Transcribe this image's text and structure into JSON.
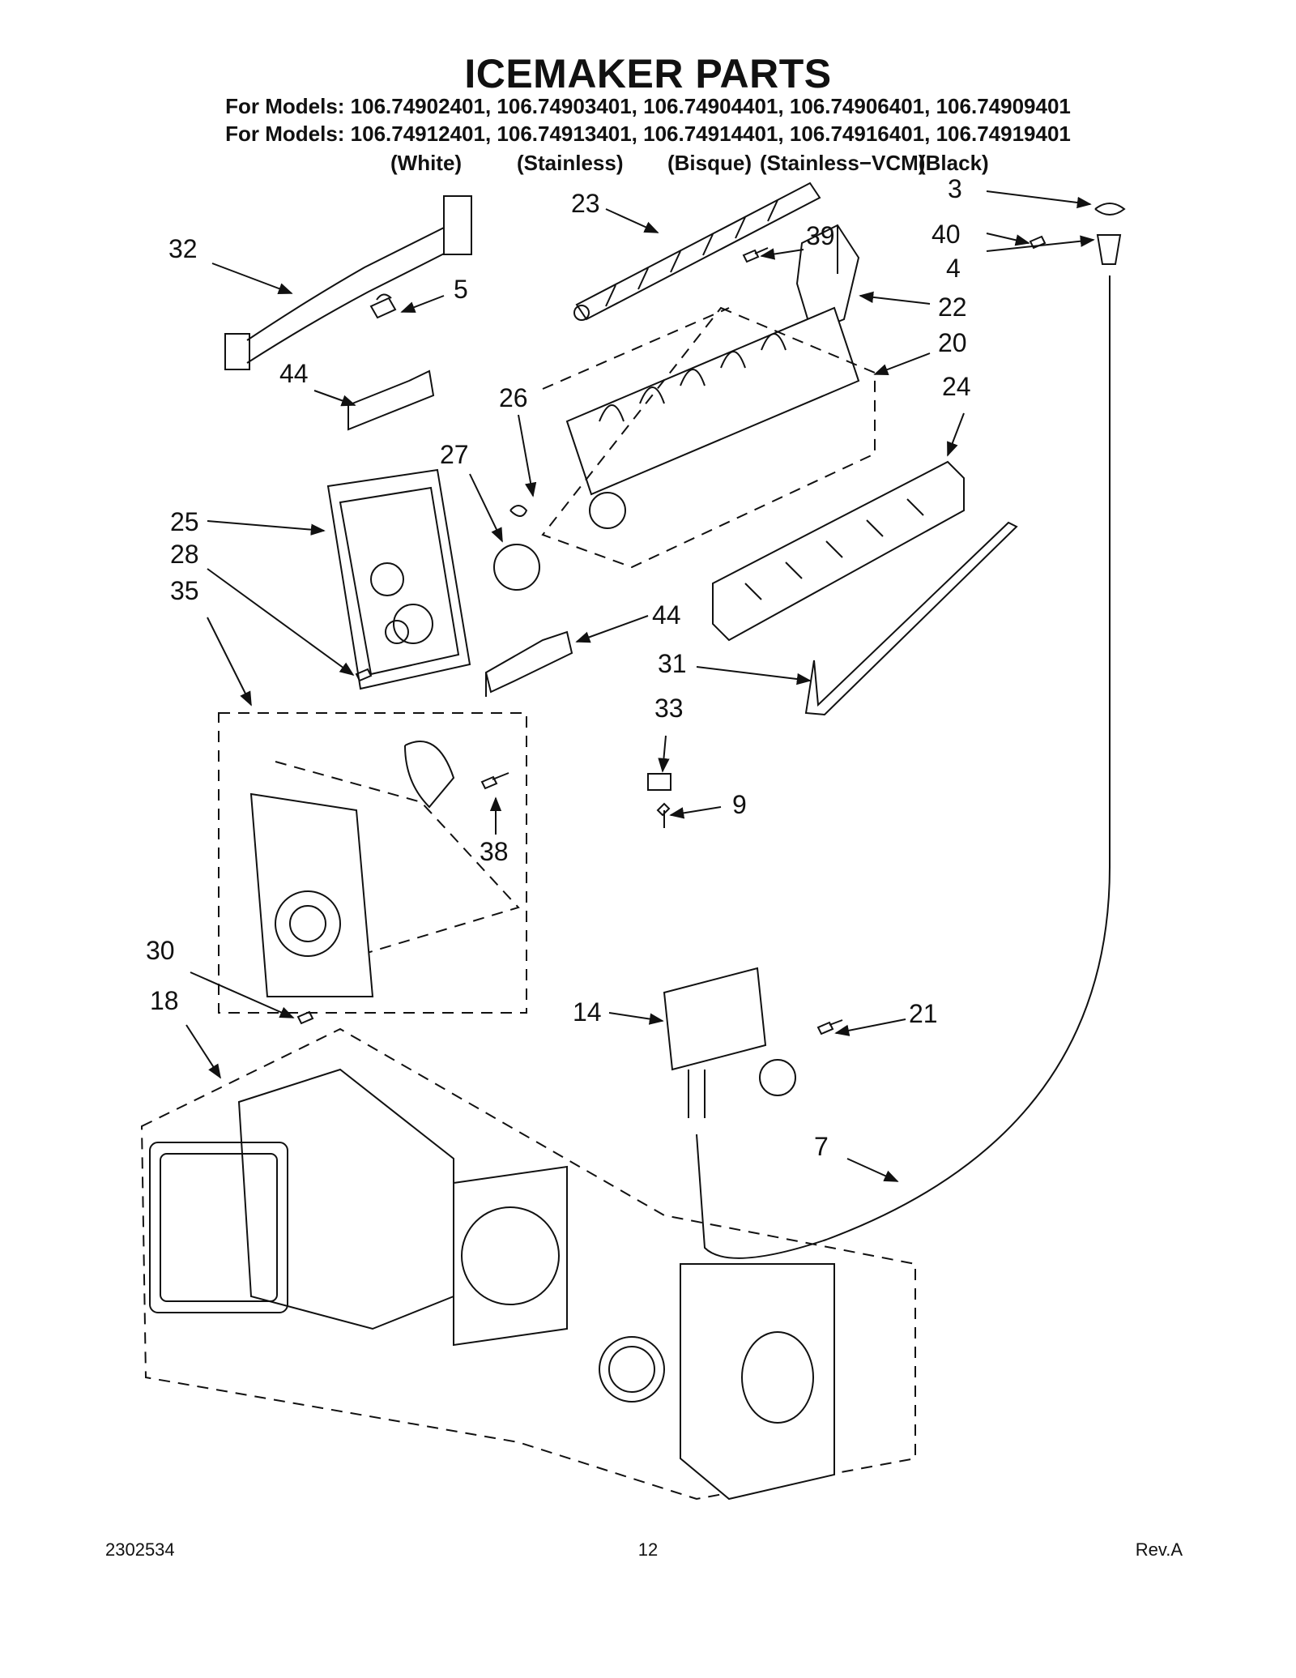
{
  "title": "ICEMAKER PARTS",
  "models_line_1": "For Models: 106.74902401, 106.74903401, 106.74904401, 106.74906401, 106.74909401",
  "models_line_2": "For Models: 106.74912401, 106.74913401, 106.74914401, 106.74916401, 106.74919401",
  "finishes": [
    "(White)",
    "(Stainless)",
    "(Bisque)",
    "(Stainless−VCM)",
    "(Black)"
  ],
  "callouts": [
    "32",
    "5",
    "44",
    "26",
    "27",
    "25",
    "28",
    "35",
    "23",
    "39",
    "22",
    "20",
    "24",
    "3",
    "40",
    "4",
    "44",
    "31",
    "33",
    "9",
    "38",
    "30",
    "18",
    "14",
    "21",
    "7"
  ],
  "footer": {
    "doc_number": "2302534",
    "page_number": "12",
    "revision": "Rev.A"
  }
}
